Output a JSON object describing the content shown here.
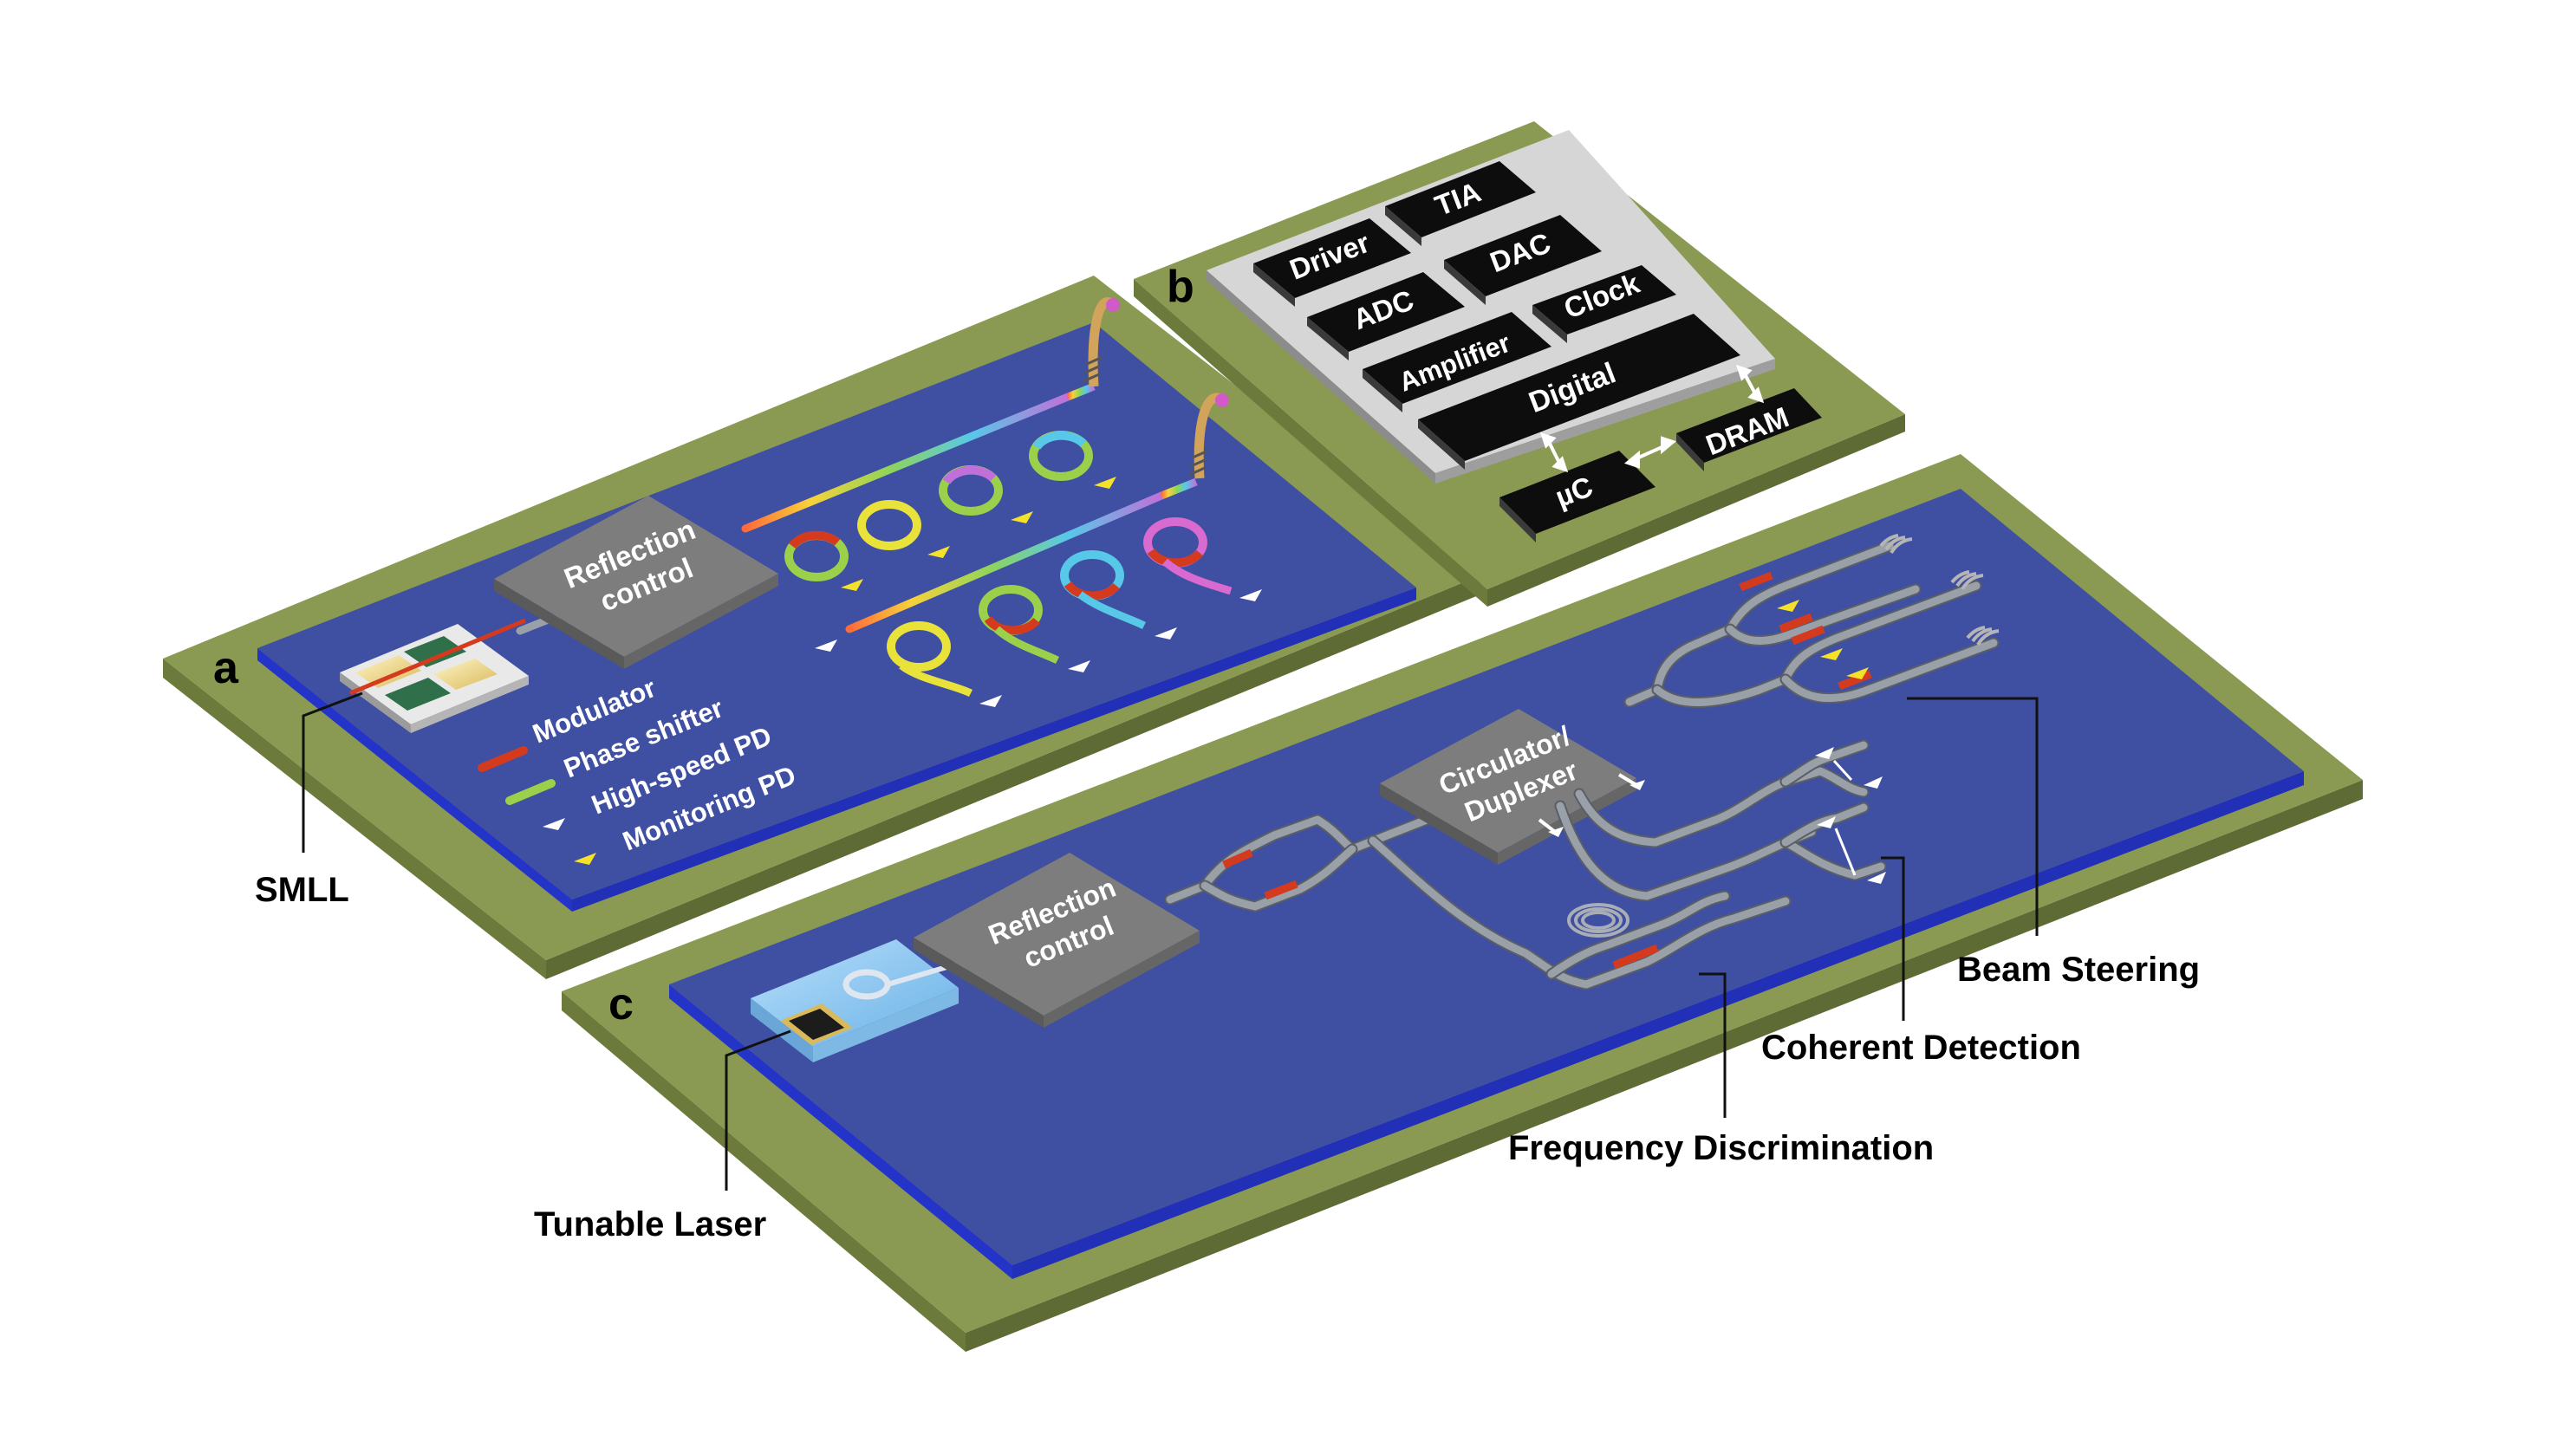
{
  "panels": {
    "a": {
      "letter": "a",
      "reflection_control": [
        "Reflection",
        "control"
      ],
      "legend": [
        {
          "label": "Modulator",
          "icon": "modulator-icon",
          "color": "#d43a1e"
        },
        {
          "label": "Phase shifter",
          "icon": "phase-shifter-icon",
          "color": "#9bd04a"
        },
        {
          "label": "High-speed PD",
          "icon": "high-speed-pd-icon",
          "color": "#ffffff"
        },
        {
          "label": "Monitoring PD",
          "icon": "monitoring-pd-icon",
          "color": "#f5e12a"
        }
      ],
      "callout": "SMLL"
    },
    "b": {
      "letter": "b",
      "blocks": {
        "driver": "Driver",
        "tia": "TIA",
        "dac": "DAC",
        "adc": "ADC",
        "clock": "Clock",
        "amplifier": "Amplifier",
        "digital": "Digital",
        "dram": "DRAM",
        "uc": "µC"
      }
    },
    "c": {
      "letter": "c",
      "reflection_control": [
        "Reflection",
        "control"
      ],
      "circulator": [
        "Circulator/",
        "Duplexer"
      ],
      "callouts": {
        "beam_steering": "Beam Steering",
        "coherent_detection": "Coherent Detection",
        "frequency_discrimination": "Frequency Discrimination",
        "tunable_laser": "Tunable Laser"
      }
    }
  },
  "colors": {
    "board": "#8a9a52",
    "board_side": "#6c7a3c",
    "wafer": "#3f4fa2",
    "wafer_edge": "#2434c8",
    "block_gray": "#7d7d7d",
    "chip_black": "#0d0d0d",
    "modulator": "#d43a1e",
    "monitor_pd": "#f5e12a"
  }
}
